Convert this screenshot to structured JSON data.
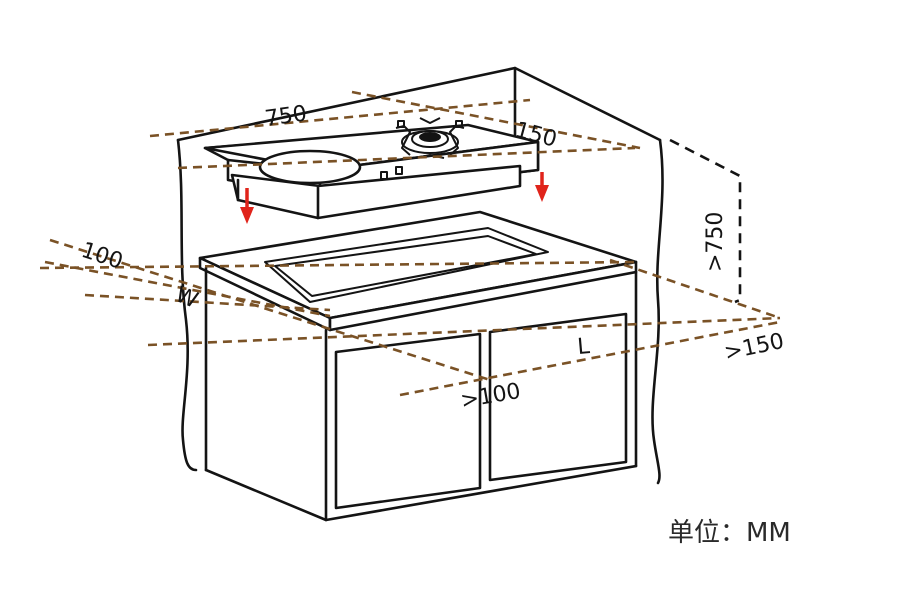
{
  "labels": {
    "hob_width": "750",
    "back_clearance": "150",
    "side_clearance_left": "100",
    "cabinet_width": "W",
    "cabinet_length": "L",
    "front_clearance": ">100",
    "right_clearance": ">150",
    "hood_height": ">750"
  },
  "unit": "单位：MM",
  "colors": {
    "outline": "#141414",
    "dimension": "#7a5226",
    "arrow": "#e0241b"
  }
}
